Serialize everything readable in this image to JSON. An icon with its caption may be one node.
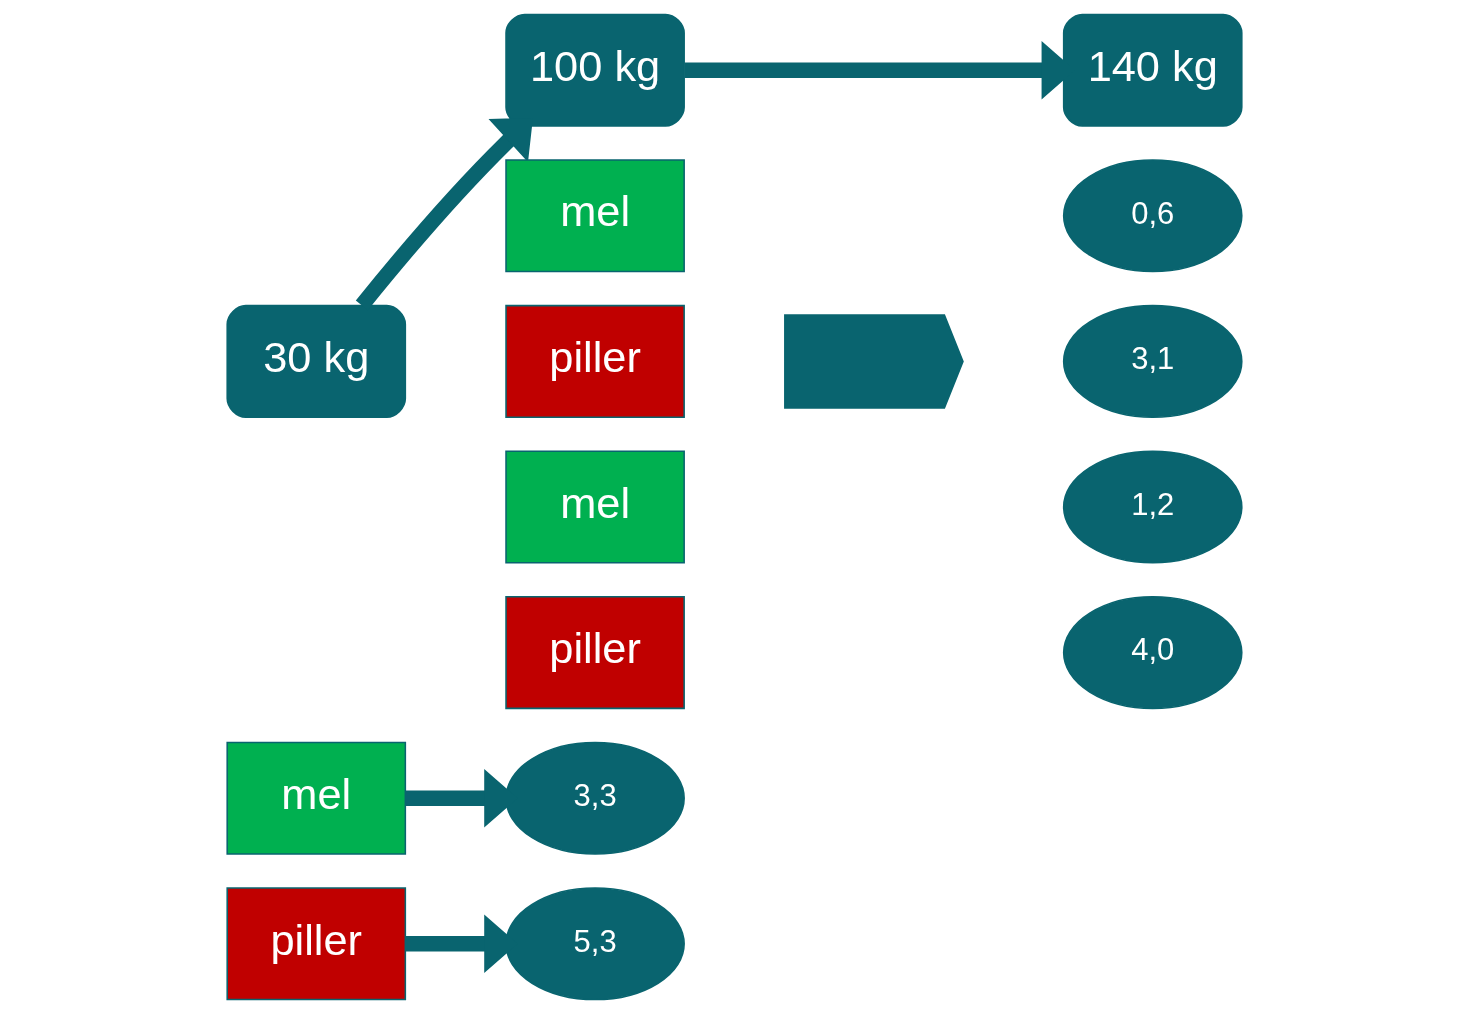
{
  "diagram": {
    "nodes": [
      {
        "text": [
          "30 kg"
        ]
      },
      {
        "text": [
          "100 kg"
        ]
      },
      {
        "text": [
          "140 kg"
        ]
      },
      {
        "text": [
          "mel"
        ]
      },
      {
        "text": [
          "piller"
        ]
      },
      {
        "text": [
          "3,3"
        ]
      },
      {
        "text": [
          "5,3"
        ]
      },
      {
        "text": [
          "mel"
        ]
      },
      {
        "text": [
          "piller"
        ]
      },
      {
        "text": [
          "mel"
        ]
      },
      {
        "text": [
          "piller"
        ]
      },
      {
        "text": [
          "0,6"
        ]
      },
      {
        "text": [
          "3,1"
        ]
      },
      {
        "text": [
          "1,2"
        ]
      },
      {
        "text": [
          "4,0"
        ]
      },
      {
        "text": [],
        "shape": "arrow"
      }
    ],
    "edges": [
      {
        "from": 0,
        "to": 1,
        "arrow": "to"
      },
      {
        "from": 1,
        "to": 2,
        "arrow": "to"
      },
      {
        "from": 3,
        "to": 5,
        "arrow": "to"
      },
      {
        "from": 4,
        "to": 6,
        "arrow": "to"
      }
    ]
  }
}
